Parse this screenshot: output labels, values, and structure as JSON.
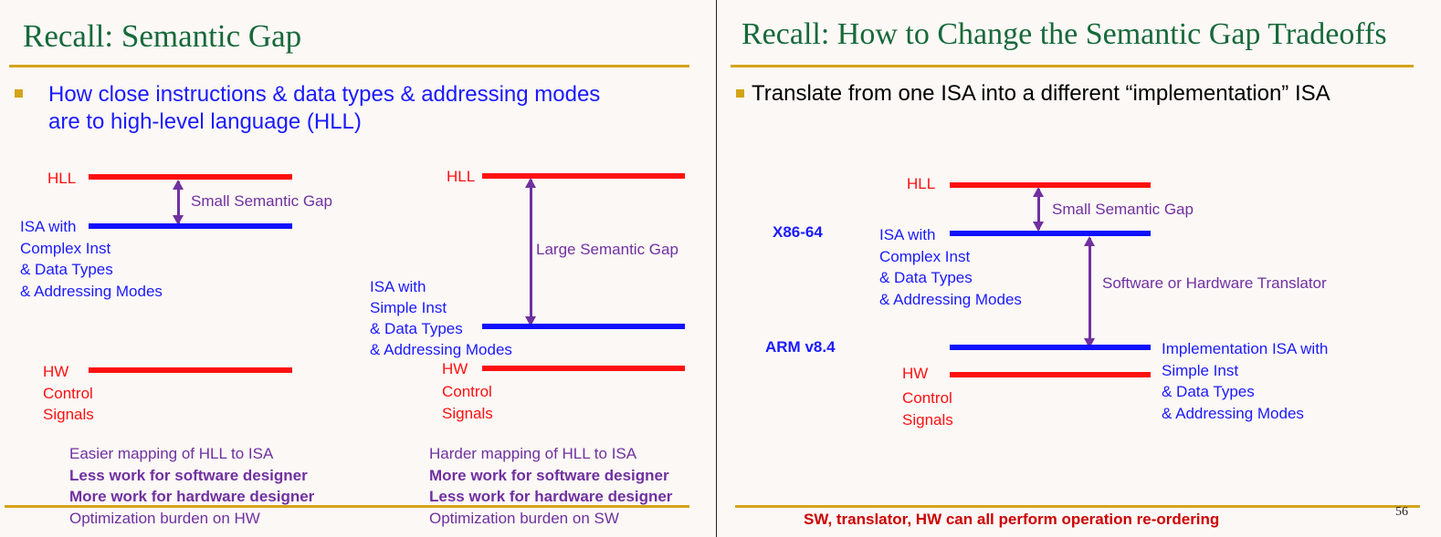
{
  "left": {
    "title": "Recall: Semantic Gap",
    "bullet": [
      "How close instructions & data types & addressing modes",
      "are to high-level language (HLL)"
    ],
    "diagram1": {
      "hll": "HLL",
      "gap": "Small Semantic Gap",
      "isa": [
        "ISA with",
        "Complex Inst",
        "& Data Types",
        "& Addressing Modes"
      ],
      "hw": "HW",
      "hw_sub": [
        "Control",
        "Signals"
      ]
    },
    "diagram2": {
      "hll": "HLL",
      "gap": "Large Semantic Gap",
      "isa": [
        "ISA with",
        "Simple Inst",
        "& Data Types",
        "& Addressing Modes"
      ],
      "hw": "HW",
      "hw_sub": [
        "Control",
        "Signals"
      ]
    },
    "notes1": [
      "Easier mapping of HLL to ISA",
      "Less work for software designer",
      "More work for hardware designer",
      "Optimization burden on HW"
    ],
    "notes2": [
      "Harder mapping of HLL to ISA",
      "More work for software designer",
      "Less work for hardware designer",
      "Optimization burden on SW"
    ]
  },
  "right": {
    "title": "Recall: How to Change the Semantic Gap Tradeoffs",
    "bullet": "Translate from one ISA into a different “implementation” ISA",
    "hll": "HLL",
    "gap": "Small Semantic Gap",
    "x86": "X86-64",
    "arm": "ARM v8.4",
    "isa": [
      "ISA with",
      "Complex Inst",
      "& Data Types",
      "& Addressing Modes"
    ],
    "translator": "Software or Hardware Translator",
    "impl": [
      "Implementation ISA with",
      "Simple Inst",
      "& Data Types",
      "& Addressing Modes"
    ],
    "hw": "HW",
    "hw_sub": [
      "Control",
      "Signals"
    ],
    "footer": "SW, translator, HW can all perform operation re-ordering",
    "page": "56"
  }
}
